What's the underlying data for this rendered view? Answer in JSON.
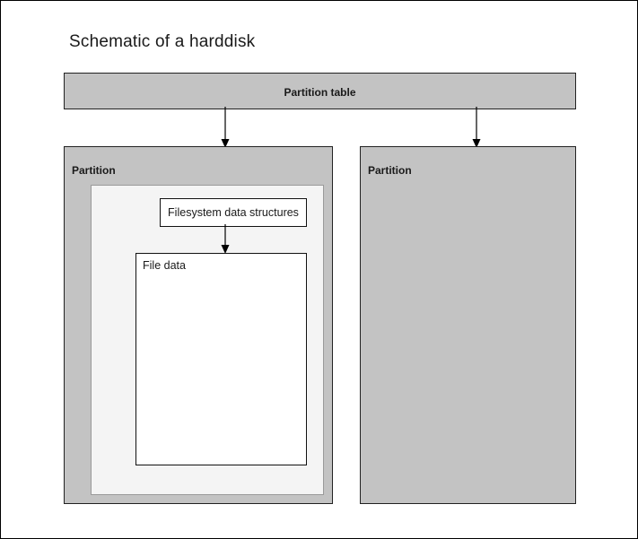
{
  "diagram": {
    "title": "Schematic of a harddisk",
    "type": "block-diagram",
    "colors": {
      "page_background": "#ffffff",
      "page_border": "#000000",
      "box_gray_fill": "#c3c3c3",
      "box_gray_border": "#222222",
      "box_light_fill": "#f4f4f4",
      "box_light_border": "#9a9a9a",
      "box_white_fill": "#ffffff",
      "box_white_border": "#111111",
      "text": "#1a1a1a",
      "connector": "#000000"
    },
    "nodes": {
      "partition_table": {
        "label": "Partition table"
      },
      "partition_left": {
        "label": "Partition"
      },
      "partition_right": {
        "label": "Partition"
      },
      "filesystem_structures": {
        "label": "Filesystem data structures"
      },
      "file_data": {
        "label": "File data"
      }
    },
    "connectors": [
      {
        "name": "partition-table-to-left-partition",
        "from": "partition_table",
        "to": "partition_left",
        "arrowhead": "down"
      },
      {
        "name": "partition-table-to-right-partition",
        "from": "partition_table",
        "to": "partition_right",
        "arrowhead": "down"
      },
      {
        "name": "filesystem-structures-to-file-data",
        "from": "filesystem_structures",
        "to": "file_data",
        "arrowhead": "down"
      }
    ]
  }
}
